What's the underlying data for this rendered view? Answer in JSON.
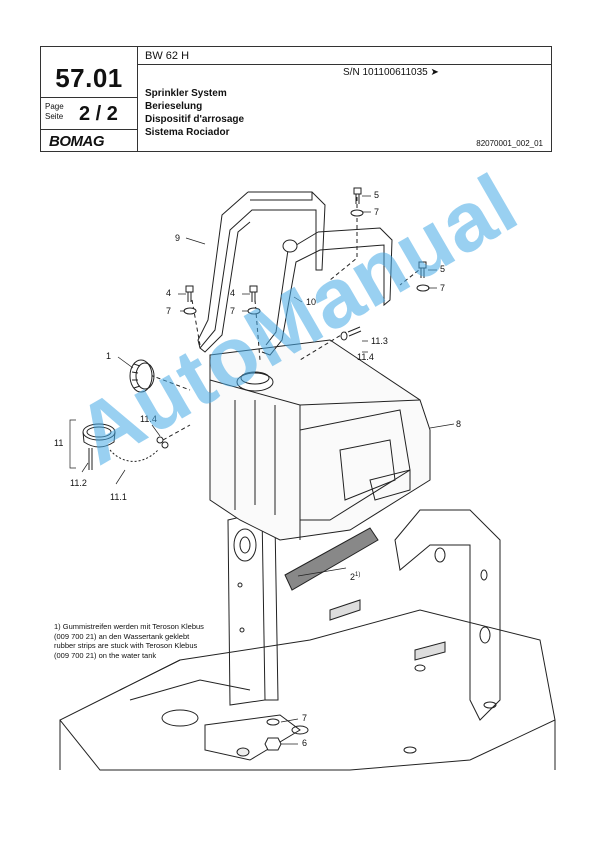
{
  "header": {
    "model": "BW 62 H",
    "serial": "S/N 101100611035  ➤",
    "section_code": "57.01",
    "page_label_1": "Page",
    "page_label_2": "Seite",
    "page_number": "2 / 2",
    "brand": "BOMAG",
    "title_en": "Sprinkler System",
    "title_de": "Berieselung",
    "title_fr": "Dispositif d'arrosage",
    "title_es": "Sistema Rociador",
    "doc_ref": "82070001_002_01"
  },
  "callouts": {
    "c1": "1",
    "c2": "2",
    "c2sup": "1)",
    "c4a": "4",
    "c4b": "4",
    "c5a": "5",
    "c5b": "5",
    "c6": "6",
    "c7a": "7",
    "c7b": "7",
    "c7c": "7",
    "c7d": "7",
    "c7e": "7",
    "c8": "8",
    "c9": "9",
    "c10": "10",
    "c11": "11",
    "c11_1": "11.1",
    "c11_2": "11.2",
    "c11_3": "11.3",
    "c11_4a": "11.4",
    "c11_4b": "11.4"
  },
  "footnote": {
    "line1": "1) Gummistreifen werden mit Teroson Klebus",
    "line2": "(009 700 21) an den Wassertank geklebt",
    "line3": "rubber strips are stuck with Teroson Klebus",
    "line4": "(009 700 21) on the water tank"
  },
  "watermark": "AutoManual",
  "colors": {
    "watermark": "#46aae6",
    "line": "#222222"
  }
}
